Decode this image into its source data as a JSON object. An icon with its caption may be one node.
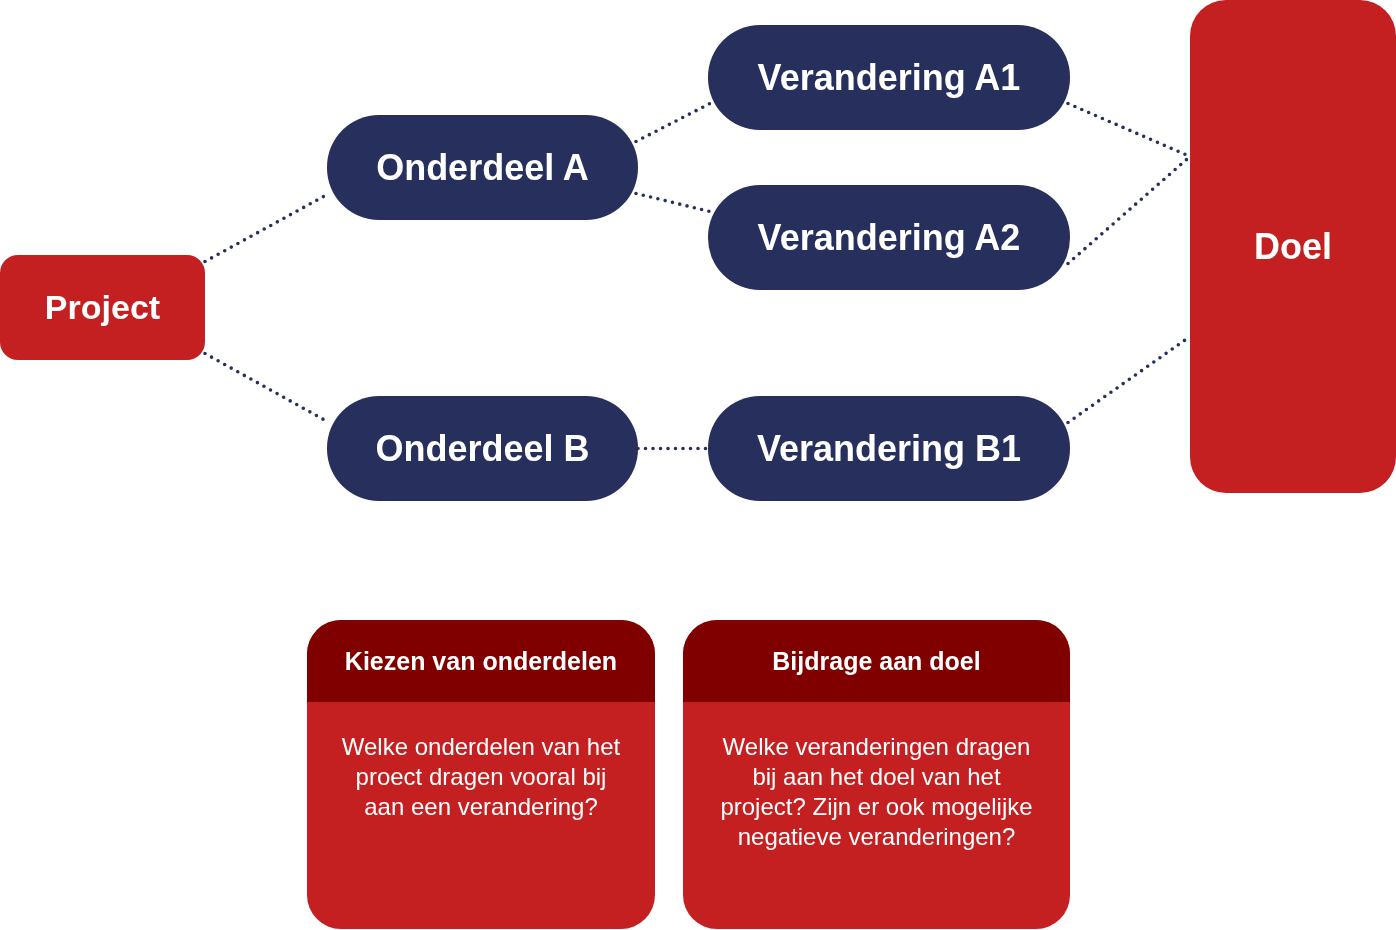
{
  "diagram": {
    "nodes": [
      {
        "text": [
          "Project"
        ]
      },
      {
        "text": [
          "Onderdeel A"
        ]
      },
      {
        "text": [
          "Onderdeel B"
        ]
      },
      {
        "text": [
          "Verandering A1"
        ]
      },
      {
        "text": [
          "Verandering A2"
        ]
      },
      {
        "text": [
          "Verandering B1"
        ]
      },
      {
        "text": [
          "Doel"
        ]
      },
      {
        "text": [
          "Kiezen van onderdelen",
          "Welke onderdelen van het proect dragen vooral bij aan een verandering?"
        ]
      },
      {
        "text": [
          "Bijdrage aan doel",
          "Welke veranderingen dragen bij aan het doel van het project? Zijn er ook mogelijke negatieve veranderingen?"
        ]
      }
    ],
    "edges": [
      {
        "from": 0,
        "to": 1,
        "arrow": "none"
      },
      {
        "from": 0,
        "to": 2,
        "arrow": "none"
      },
      {
        "from": 1,
        "to": 3,
        "arrow": "none"
      },
      {
        "from": 1,
        "to": 4,
        "arrow": "none"
      },
      {
        "from": 2,
        "to": 5,
        "arrow": "none"
      },
      {
        "from": 3,
        "to": 6,
        "arrow": "none"
      },
      {
        "from": 4,
        "to": 6,
        "arrow": "none"
      },
      {
        "from": 5,
        "to": 6,
        "arrow": "none"
      }
    ]
  }
}
